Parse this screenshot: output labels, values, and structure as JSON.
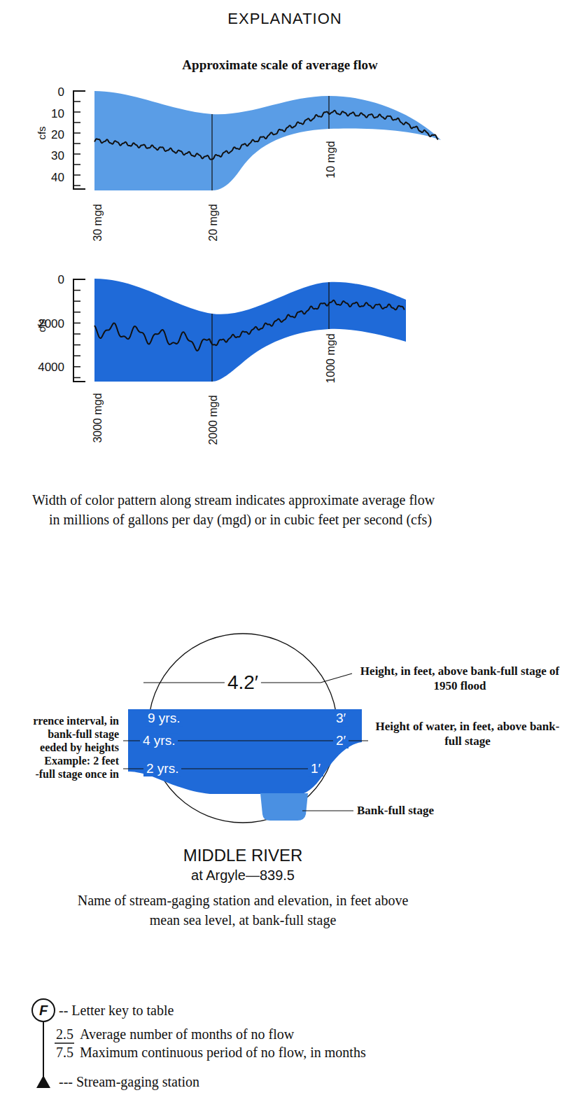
{
  "diagram": {
    "title": "EXPLANATION",
    "nodes": [
      {
        "text": [
          "4.2′",
          "9 yrs.",
          "3′",
          "4 yrs.",
          "2′",
          "2 yrs.",
          "1′"
        ]
      },
      {
        "text": [
          "F"
        ]
      }
    ],
    "labels": [
      "Approximate scale of average flow",
      "0",
      "10",
      "20",
      "30",
      "40",
      "cfs",
      "30 mgd",
      "20 mgd",
      "10 mgd",
      "0",
      "2000",
      "4000",
      "cfs",
      "3000 mgd",
      "2000 mgd",
      "1000 mgd",
      "Width of color pattern along stream indicates approximate average flow in millions of gallons per day (mgd) or in cubic feet per second (cfs)",
      "Height, in feet, above bank-full stage of 1950 flood",
      "Height of water, in feet, above bank-full stage",
      "rrence interval, in",
      "bank-full stage",
      "eeded by heights",
      "Example: 2 feet",
      "-full stage once in",
      "Bank-full stage",
      "MIDDLE RIVER",
      "at Argyle—839.5",
      "Name of stream-gaging station and elevation, in feet above mean sea level, at bank-full stage",
      "-- Letter key to table",
      "2.5",
      "Average number of months of no flow",
      "7.5",
      "Maximum continuous period of no flow, in months",
      "--- Stream-gaging station"
    ]
  }
}
